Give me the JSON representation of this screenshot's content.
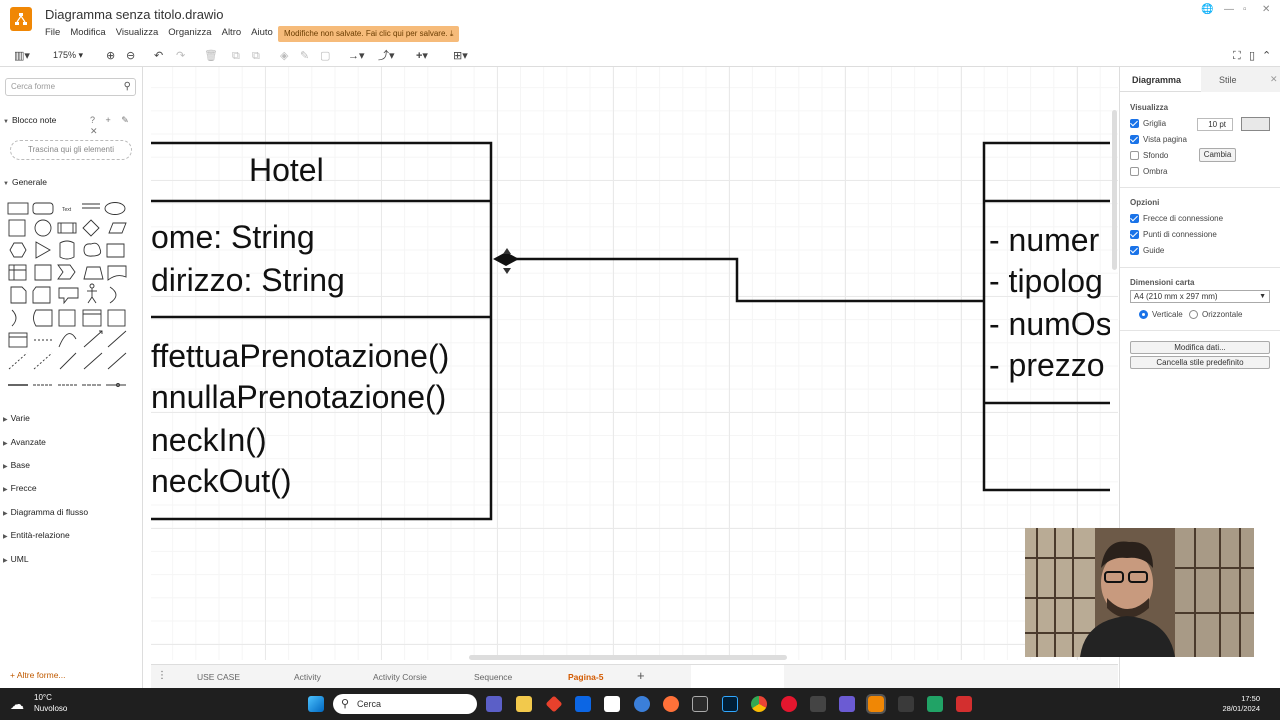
{
  "window": {
    "title": "Diagramma senza titolo.drawio",
    "menu": [
      "File",
      "Modifica",
      "Visualizza",
      "Organizza",
      "Altro",
      "Aiuto"
    ],
    "unsaved_notice": "Modifiche non salvate. Fai clic qui per salvare."
  },
  "toolbar": {
    "zoom": "175%"
  },
  "sidebar": {
    "search_placeholder": "Cerca forme",
    "scratchpad_title": "Blocco note",
    "scratchpad_controls": "? + ✎ ✕",
    "dropzone": "Trascina qui gli elementi",
    "general_title": "Generale",
    "sections": [
      "Varie",
      "Avanzate",
      "Base",
      "Frecce",
      "Diagramma di flusso",
      "Entità-relazione",
      "UML"
    ],
    "more_shapes": "+ Altre forme..."
  },
  "diagram": {
    "hotel_title": "Hotel",
    "hotel_attrs": [
      "ome: String",
      "dirizzo: String"
    ],
    "hotel_methods": [
      "ffettuaPrenotazione()",
      "nnullaPrenotazione()",
      "neckIn()",
      "neckOut()"
    ],
    "room_attrs": [
      "- numer",
      "- tipolog",
      "- numOs",
      "- prezzo"
    ]
  },
  "page_tabs": [
    "USE CASE",
    "Activity",
    "Activity Corsie",
    "Sequence",
    "Pagina-5"
  ],
  "active_tab": "Pagina-5",
  "right_panel": {
    "tab_diagram": "Diagramma",
    "tab_style": "Stile",
    "view_title": "Visualizza",
    "view_options": [
      {
        "label": "Griglia",
        "checked": true
      },
      {
        "label": "Vista pagina",
        "checked": true
      },
      {
        "label": "Sfondo",
        "checked": false
      },
      {
        "label": "Ombra",
        "checked": false
      }
    ],
    "grid_size": "10 pt",
    "change_button": "Cambia",
    "options_title": "Opzioni",
    "options": [
      {
        "label": "Frecce di connessione",
        "checked": true
      },
      {
        "label": "Punti di connessione",
        "checked": true
      },
      {
        "label": "Guide",
        "checked": true
      }
    ],
    "paper_title": "Dimensioni carta",
    "paper_size": "A4 (210 mm x 297 mm)",
    "orientation_portrait": "Verticale",
    "orientation_landscape": "Orizzontale",
    "edit_data_button": "Modifica dati...",
    "clear_style_button": "Cancella stile predefinito"
  },
  "taskbar": {
    "temperature": "10°C",
    "weather": "Nuvoloso",
    "search": "Cerca",
    "time": "17:50",
    "date": "28/01/2024"
  },
  "colors": {
    "accent": "#f08705",
    "unsaved_bg": "#f6bb7a",
    "active_tab": "#d35a00",
    "check": "#1a73e8"
  }
}
